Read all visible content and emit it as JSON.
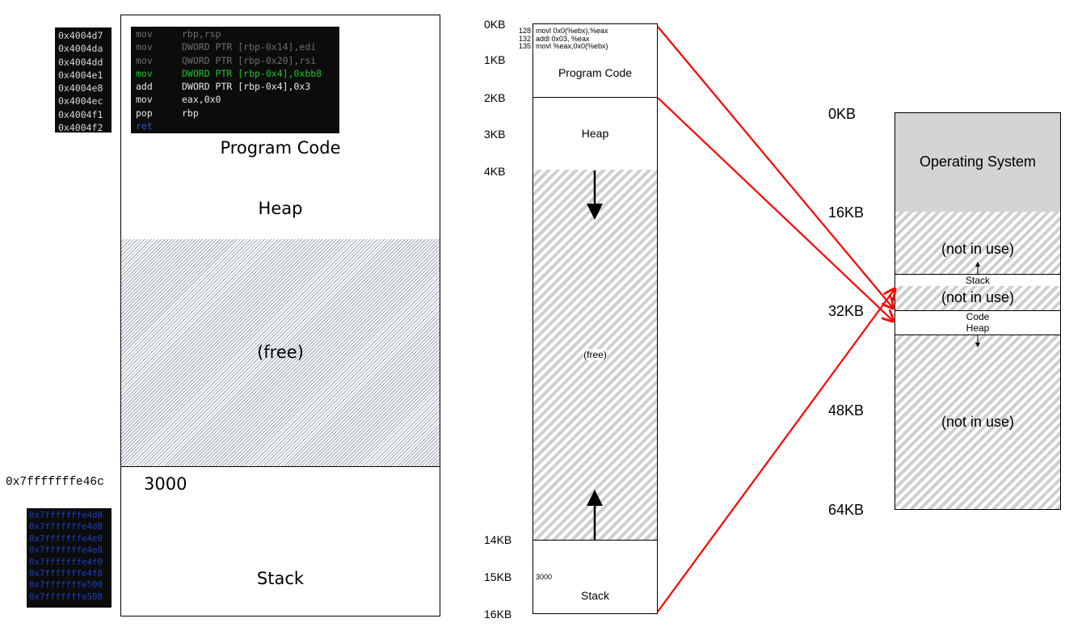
{
  "left_panel": {
    "code_addresses": [
      "0x4004d7",
      "0x4004da",
      "0x4004dd",
      "0x4004e1",
      "0x4004e8",
      "0x4004ec",
      "0x4004f1",
      "0x4004f2"
    ],
    "assembly": [
      {
        "op": "mov",
        "args": "rbp,rsp",
        "style": "dim"
      },
      {
        "op": "mov",
        "args": "DWORD PTR [rbp-0x14],edi",
        "style": "dim"
      },
      {
        "op": "mov",
        "args": "QWORD PTR [rbp-0x20],rsi",
        "style": "dim"
      },
      {
        "op": "mov",
        "args": "DWORD PTR [rbp-0x4],0xbb8",
        "style": "highlight"
      },
      {
        "op": "add",
        "args": "DWORD PTR [rbp-0x4],0x3",
        "style": "normal"
      },
      {
        "op": "mov",
        "args": "eax,0x0",
        "style": "normal"
      },
      {
        "op": "pop",
        "args": "rbp",
        "style": "normal"
      },
      {
        "op": "ret",
        "args": "",
        "style": "keyword"
      }
    ],
    "segments": {
      "code": "Program Code",
      "heap": "Heap",
      "free": "(free)",
      "stack": "Stack"
    },
    "stack_value": "3000",
    "stack_value_address": "0x7fffffffe46c",
    "stack_addresses": [
      "0x7fffffffe4d0",
      "0x7fffffffe4d8",
      "0x7fffffffe4e0",
      "0x7fffffffe4e8",
      "0x7fffffffe4f0",
      "0x7fffffffe4f8",
      "0x7fffffffe500",
      "0x7fffffffe508"
    ]
  },
  "address_space": {
    "kb_labels": [
      "0KB",
      "1KB",
      "2KB",
      "3KB",
      "4KB",
      "14KB",
      "15KB",
      "16KB"
    ],
    "instructions": [
      {
        "addr": "128",
        "text": "movl 0x0(%ebx),%eax"
      },
      {
        "addr": "132",
        "text": "addl 0x03, %eax"
      },
      {
        "addr": "135",
        "text": "movl %eax,0x0(%ebx)"
      }
    ],
    "segments": {
      "code": "Program Code",
      "heap": "Heap",
      "free": "(free)",
      "stack": "Stack"
    },
    "stack_value": "3000"
  },
  "physical_memory": {
    "kb_labels": [
      "0KB",
      "16KB",
      "32KB",
      "48KB",
      "64KB"
    ],
    "segments": {
      "os": "Operating System",
      "not_in_use_1": "(not in use)",
      "stack": "Stack",
      "not_in_use_2": "(not in use)",
      "code": "Code",
      "heap": "Heap",
      "not_in_use_3": "(not in use)"
    }
  },
  "colors": {
    "mapping_arrow": "#ff0000",
    "os_fill": "#d4d4d4",
    "asm_dim": "#6e6e6e",
    "asm_highlight": "#22c22a",
    "asm_keyword": "#1f5fe0",
    "stack_addr": "#1a3fbf"
  }
}
